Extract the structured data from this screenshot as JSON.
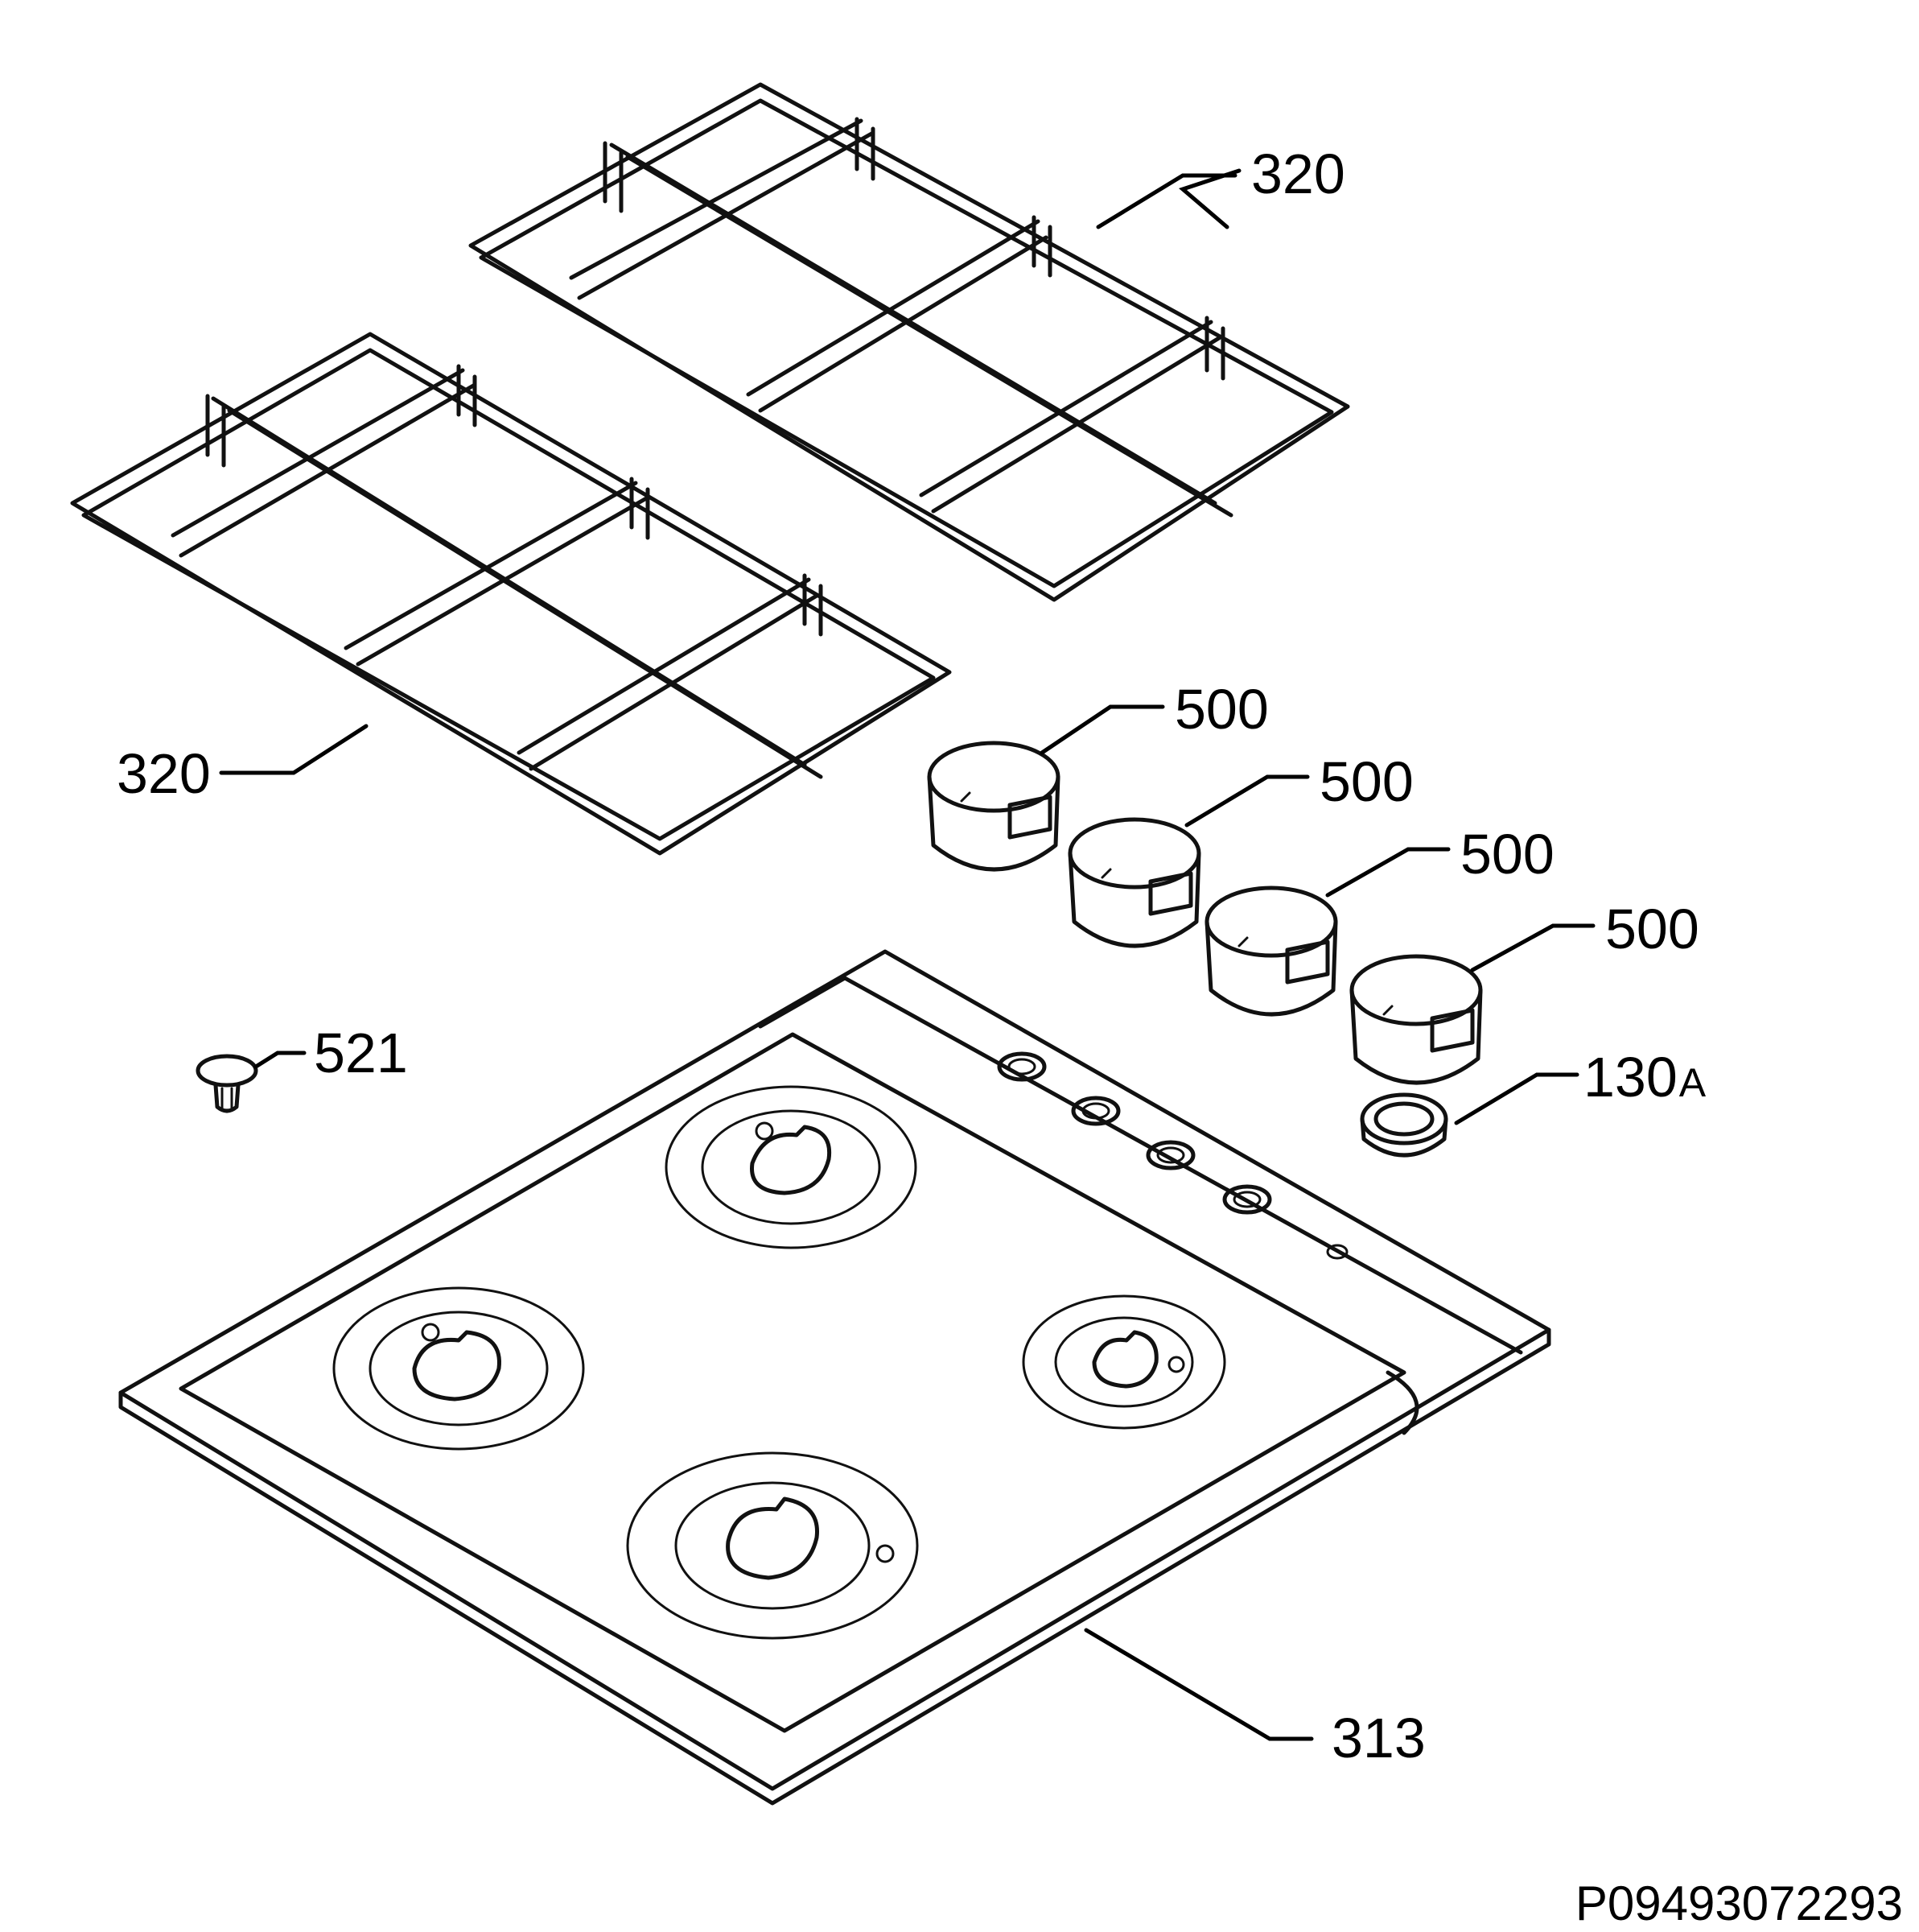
{
  "callouts": {
    "grid_top": "320",
    "grid_left": "320",
    "knob_1": "500",
    "knob_2": "500",
    "knob_3": "500",
    "knob_4": "500",
    "knob_seal": "130",
    "knob_seal_suffix": "A",
    "bumper": "521",
    "hob_top": "313"
  },
  "document_id": "P09493072293"
}
